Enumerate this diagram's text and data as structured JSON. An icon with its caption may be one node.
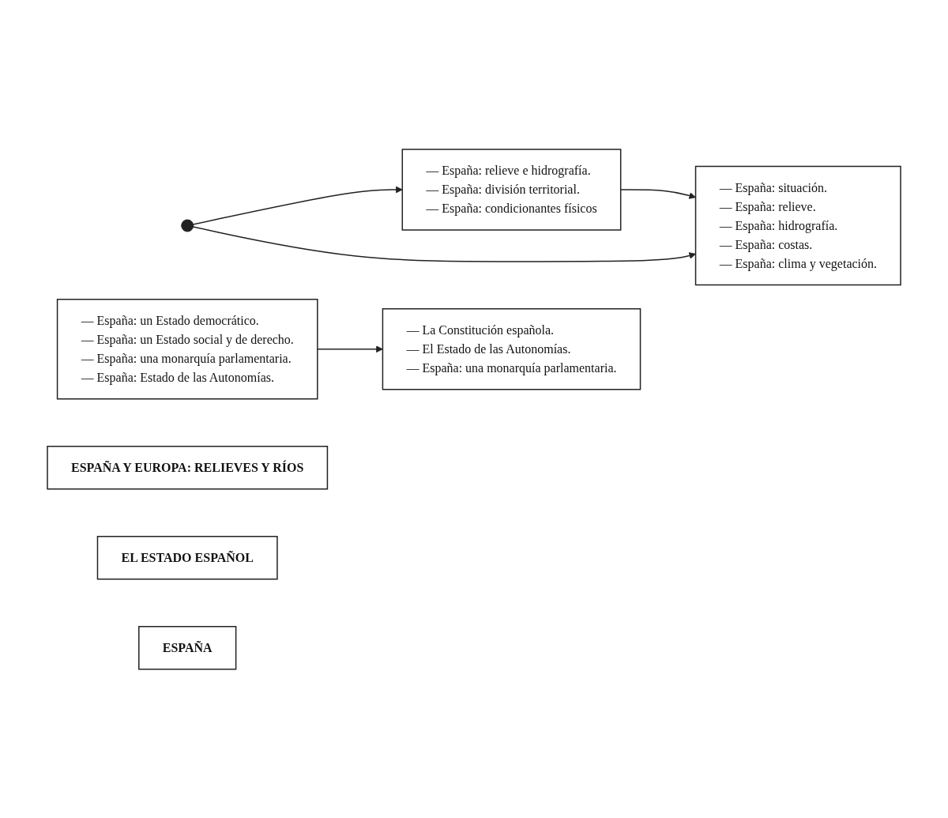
{
  "diagram": {
    "nodes": [
      {
        "text": [
          "ESPAÑA Y EUROPA: RELIEVES Y RÍOS"
        ]
      },
      {
        "text": [
          "— España: relieve e hidrografía.",
          "— España: división territorial.",
          "— España: condicionantes físicos"
        ]
      },
      {
        "text": [
          "— España: situación.",
          "— España: relieve.",
          "— España: hidrografía.",
          "— España: costas.",
          "— España: clima y vegetación."
        ]
      },
      {
        "text": [
          "EL ESTADO ESPAÑOL"
        ]
      },
      {
        "text": [
          "— España: un Estado democrático.",
          "— España: un Estado social y de derecho.",
          "— España: una monarquía parlamentaria.",
          "— España: Estado de las Autonomías."
        ]
      },
      {
        "text": [
          "— La Constitución española.",
          "— El Estado de las Autonomías.",
          "— España: una monarquía parlamentaria."
        ]
      },
      {
        "text": [
          "ESPAÑA"
        ]
      }
    ],
    "edges": [
      {
        "from": null,
        "to": 1,
        "arrow": "to"
      },
      {
        "from": null,
        "to": 2,
        "arrow": "to"
      },
      {
        "from": 1,
        "to": 2,
        "arrow": "to"
      },
      {
        "from": 4,
        "to": 5,
        "arrow": "to"
      }
    ]
  }
}
